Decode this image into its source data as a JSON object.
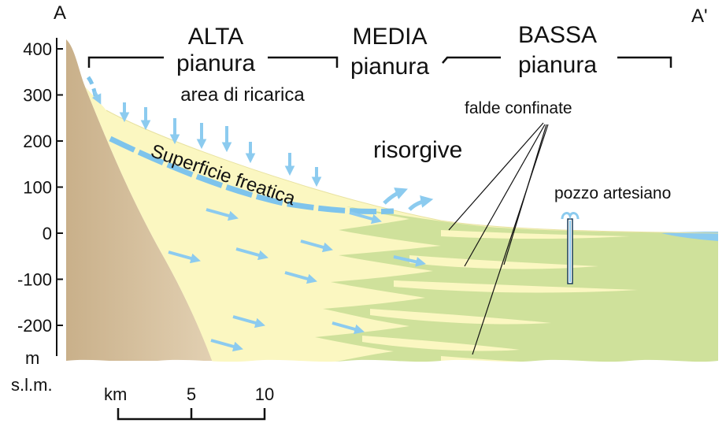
{
  "section_labels": {
    "start": "A",
    "end": "A'"
  },
  "zones": {
    "alta": {
      "line1": "ALTA",
      "line2": "pianura",
      "note": "area di ricarica"
    },
    "media": {
      "line1": "MEDIA",
      "line2": "pianura"
    },
    "bassa": {
      "line1": "BASSA",
      "line2": "pianura"
    }
  },
  "annotations": {
    "water_table": "Superficie freatica",
    "springs": "risorgive",
    "confined_aquifers": "falde confinate",
    "artesian_well": "pozzo artesiano"
  },
  "y_axis": {
    "ticks": [
      "400",
      "300",
      "200",
      "100",
      "0",
      "-100",
      "-200"
    ],
    "unit_line1": "m",
    "unit_line2": "s.l.m."
  },
  "scale_bar": {
    "unit": "km",
    "ticks": [
      "5",
      "10"
    ]
  },
  "colors": {
    "bedrock": "#d8c3a0",
    "gravel": "#fbf7c1",
    "clay": "#cfe19b",
    "water": "#8ccbef",
    "water_table": "#7ec4ec",
    "lines": "#111111"
  }
}
